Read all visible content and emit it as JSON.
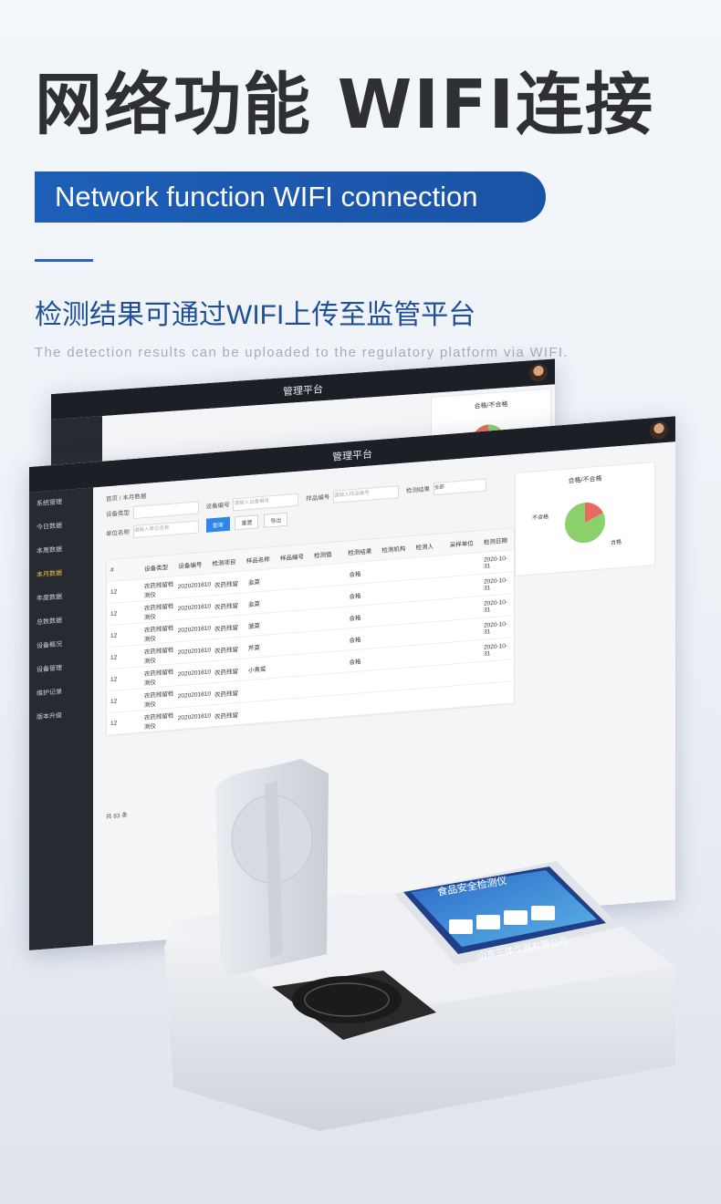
{
  "header": {
    "title": "网络功能 WIFI连接",
    "banner": "Network function WIFI connection",
    "subtitle": "检测结果可通过WIFI上传至监管平台",
    "caption": "The detection results can be uploaded to the regulatory platform via WIFI."
  },
  "platform": {
    "title": "管理平台",
    "sidebar": [
      "系统管理",
      "今日数据",
      "本周数据",
      "本月数据",
      "年度数据",
      "总数数据",
      "设备概况",
      "设备管理",
      "维护记录",
      "版本升级"
    ],
    "active_index": 3,
    "breadcrumb": [
      "首页",
      "本月数据"
    ],
    "filters": {
      "device_type_label": "设备类型",
      "device_no_label": "设备编号",
      "device_no_placeholder": "请输入设备编号",
      "sample_no_label": "样品编号",
      "sample_no_placeholder": "请输入样品编号",
      "result_label": "检测结果",
      "result_value": "全部",
      "unit_label": "单位名称",
      "unit_placeholder": "请输入单位名称",
      "search_btn": "查询",
      "reset_btn": "重置",
      "export_btn": "导出"
    },
    "table": {
      "columns": [
        "#",
        "设备类型",
        "设备编号",
        "检测项目",
        "样品名称",
        "样品编号",
        "检测值",
        "检测结果",
        "检测机构",
        "检测人",
        "采样单位",
        "检测日期"
      ],
      "rows": [
        [
          "12",
          "农药残留检测仪",
          "2020201810",
          "农药残留",
          "韭菜",
          "",
          "",
          "合格",
          "",
          "",
          "",
          "2020-10-31"
        ],
        [
          "12",
          "农药残留检测仪",
          "2020201810",
          "农药残留",
          "韭菜",
          "",
          "",
          "合格",
          "",
          "",
          "",
          "2020-10-31"
        ],
        [
          "12",
          "农药残留检测仪",
          "2020201810",
          "农药残留",
          "菠菜",
          "",
          "",
          "合格",
          "",
          "",
          "",
          "2020-10-31"
        ],
        [
          "12",
          "农药残留检测仪",
          "2020201810",
          "农药残留",
          "芹菜",
          "",
          "",
          "合格",
          "",
          "",
          "",
          "2020-10-31"
        ],
        [
          "12",
          "农药残留检测仪",
          "2020201810",
          "农药残留",
          "小青菜",
          "",
          "",
          "合格",
          "",
          "",
          "",
          "2020-10-31"
        ],
        [
          "12",
          "农药残留检测仪",
          "2020201810",
          "农药残留",
          "",
          "",
          "",
          "",
          "",
          "",
          "",
          ""
        ],
        [
          "12",
          "农药残留检测仪",
          "2020201810",
          "农药残留",
          "",
          "",
          "",
          "",
          "",
          "",
          "",
          ""
        ]
      ],
      "footer": "共 83 条"
    },
    "pie": {
      "title": "合格/不合格",
      "legend": [
        "不合格",
        "合格"
      ],
      "values": [
        0.18,
        0.82
      ],
      "colors": [
        "#e86a5e",
        "#8cd06b"
      ]
    }
  },
  "device": {
    "screen_title": "食品安全检测仪",
    "screen_subtitle": "食品安全检测仪",
    "company": "山东三体仪器有限公司"
  },
  "colors": {
    "accent": "#1d5fb8",
    "subtitle": "#1f4f98",
    "title": "#2e3035"
  }
}
